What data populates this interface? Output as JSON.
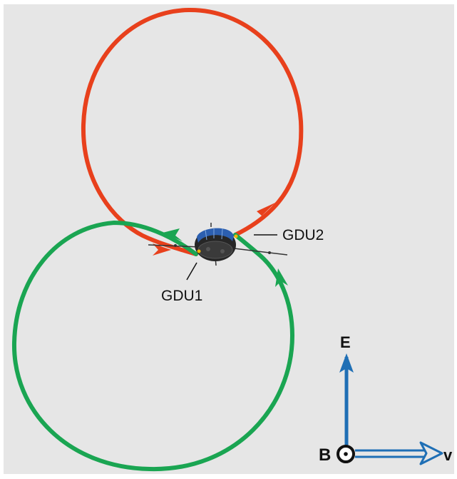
{
  "diagram": {
    "labels": {
      "gdu1": "GDU1",
      "gdu2": "GDU2",
      "e_axis": "E",
      "b_field": "B",
      "v_axis": "v"
    },
    "colors": {
      "background": "#e6e6e6",
      "gdu2_beam": "#e8401c",
      "gdu1_beam": "#1aa552",
      "axes": "#1f6fb5",
      "spacecraft_body": "#2a2a2a",
      "spacecraft_panels": "#2c5fb0"
    },
    "icons": {
      "spacecraft": "spacecraft-icon",
      "b_field_symbol": "out-of-page-circle-dot-icon"
    }
  }
}
